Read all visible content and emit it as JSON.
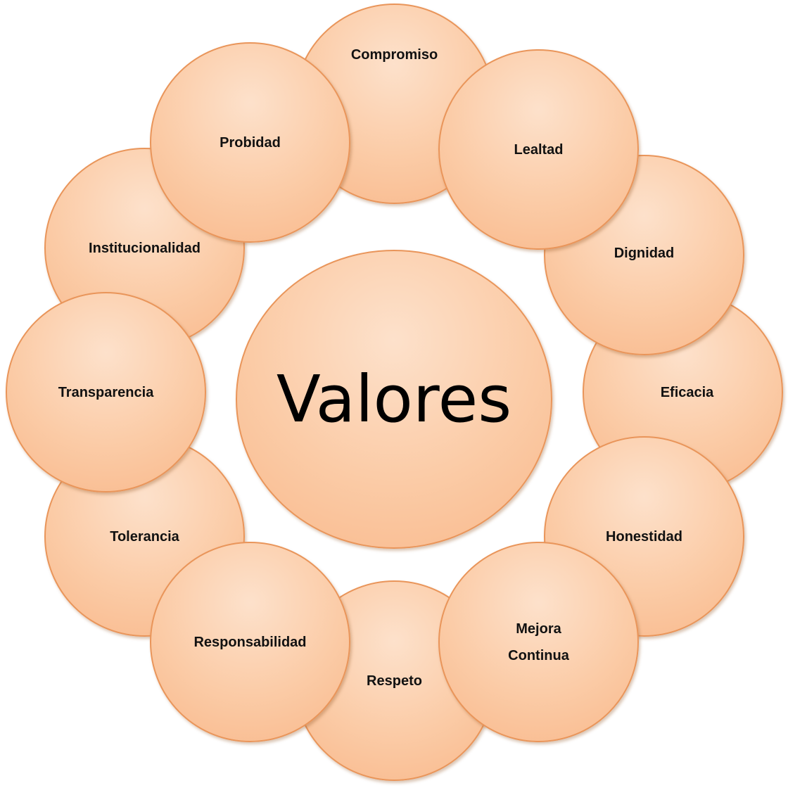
{
  "diagram": {
    "center": {
      "label": "Valores"
    },
    "values": [
      {
        "key": "compromiso",
        "label": "Compromiso"
      },
      {
        "key": "lealtad",
        "label": "Lealtad"
      },
      {
        "key": "dignidad",
        "label": "Dignidad"
      },
      {
        "key": "eficacia",
        "label": "Eficacia"
      },
      {
        "key": "honestidad",
        "label": "Honestidad"
      },
      {
        "key": "mejora-continua",
        "label": "Mejora\nContinua"
      },
      {
        "key": "respeto",
        "label": "Respeto"
      },
      {
        "key": "responsabilidad",
        "label": "Responsabilidad"
      },
      {
        "key": "tolerancia",
        "label": "Tolerancia"
      },
      {
        "key": "transparencia",
        "label": "Transparencia"
      },
      {
        "key": "institucionalidad",
        "label": "Institucionalidad"
      },
      {
        "key": "probidad",
        "label": "Probidad"
      }
    ],
    "colors": {
      "fill_light": "#fde1cb",
      "fill_dark": "#f8b88b",
      "border": "#e9955a"
    }
  }
}
